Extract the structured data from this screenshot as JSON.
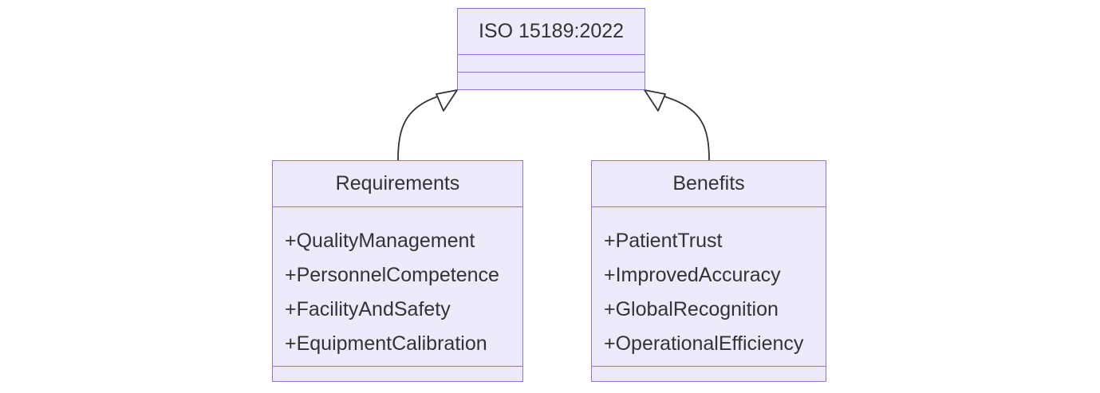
{
  "diagram": {
    "type": "uml-class-diagram",
    "relationship": "generalization",
    "background_color": "#ffffff",
    "class_fill_color": "#ECEAFB",
    "class_border_color": "#9370DB",
    "text_color": "#333333",
    "edge_color": "#333333",
    "classes": [
      {
        "id": "iso",
        "name": "ISO 15189:2022",
        "role": "superclass",
        "attributes": [],
        "methods": []
      },
      {
        "id": "requirements",
        "name": "Requirements",
        "role": "subclass",
        "attributes": [
          "+QualityManagement",
          "+PersonnelCompetence",
          "+FacilityAndSafety",
          "+EquipmentCalibration"
        ],
        "methods": []
      },
      {
        "id": "benefits",
        "name": "Benefits",
        "role": "subclass",
        "attributes": [
          "+PatientTrust",
          "+ImprovedAccuracy",
          "+GlobalRecognition",
          "+OperationalEfficiency"
        ],
        "methods": []
      }
    ],
    "edges": [
      {
        "id": "edge-requirements-iso",
        "from": "requirements",
        "to": "iso",
        "kind": "inheritance",
        "arrow": "hollow-triangle"
      },
      {
        "id": "edge-benefits-iso",
        "from": "benefits",
        "to": "iso",
        "kind": "inheritance",
        "arrow": "hollow-triangle"
      }
    ]
  }
}
